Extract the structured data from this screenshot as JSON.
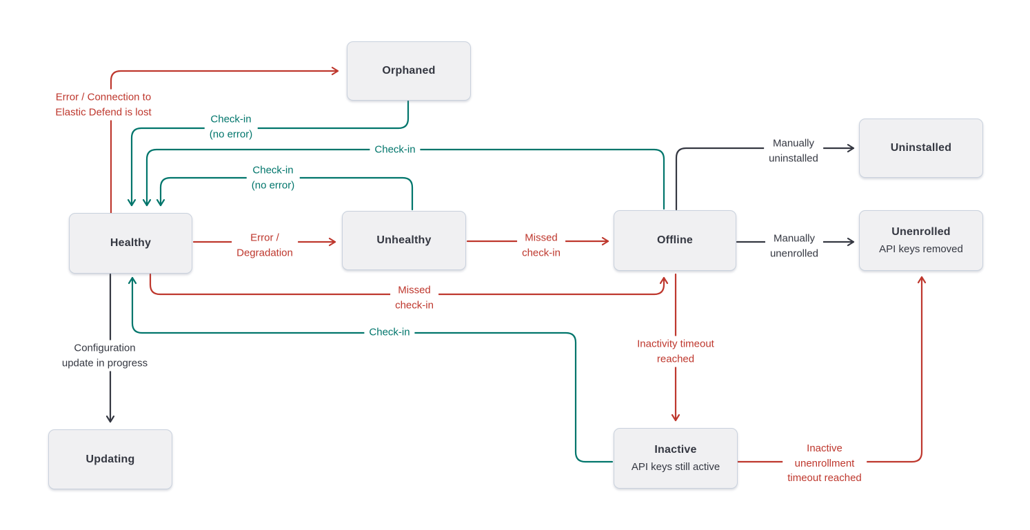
{
  "diagram": {
    "colors": {
      "error": "#be372d",
      "success": "#00756b",
      "neutral": "#343741",
      "node_fill": "#f0f0f2",
      "node_border": "#c9d1dd"
    },
    "nodes": {
      "orphaned": {
        "title": "Orphaned"
      },
      "uninstalled": {
        "title": "Uninstalled"
      },
      "healthy": {
        "title": "Healthy"
      },
      "unhealthy": {
        "title": "Unhealthy"
      },
      "offline": {
        "title": "Offline"
      },
      "unenrolled": {
        "title": "Unenrolled",
        "subtitle": "API keys removed"
      },
      "updating": {
        "title": "Updating"
      },
      "inactive": {
        "title": "Inactive",
        "subtitle": "API keys still active"
      }
    },
    "edge_labels": {
      "healthy_to_orphaned": "Error / Connection to\nElastic Defend is lost",
      "orphaned_to_healthy": "Check-in\n(no error)",
      "offline_to_healthy": "Check-in",
      "unhealthy_to_healthy": "Check-in\n(no error)",
      "healthy_to_unhealthy": "Error /\nDegradation",
      "unhealthy_to_offline": "Missed\ncheck-in",
      "offline_to_uninstalled": "Manually\nuninstalled",
      "offline_to_unenrolled": "Manually\nunenrolled",
      "healthy_to_offline": "Missed\ncheck-in",
      "inactive_to_healthy": "Check-in",
      "healthy_to_updating": "Configuration\nupdate in progress",
      "offline_to_inactive": "Inactivity timeout\nreached",
      "inactive_to_unenrolled": "Inactive\nunenrollment\ntimeout reached"
    }
  }
}
